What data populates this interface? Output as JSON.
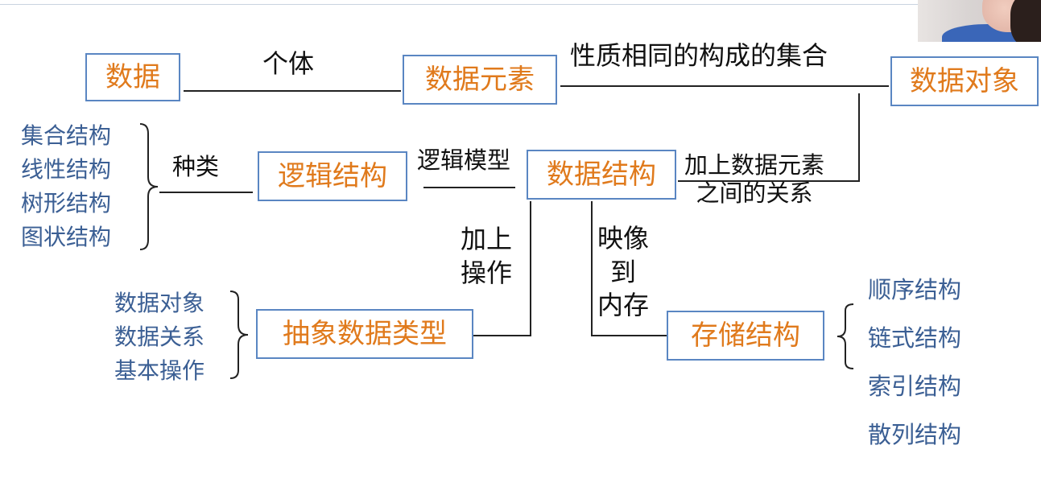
{
  "nodes": {
    "data": "数据",
    "data_element": "数据元素",
    "data_object": "数据对象",
    "logic_structure": "逻辑结构",
    "data_structure": "数据结构",
    "adt": "抽象数据类型",
    "storage_structure": "存储结构"
  },
  "edges": {
    "individual": "个体",
    "same_nature_set": "性质相同的构成的集合",
    "kinds": "种类",
    "logic_model": "逻辑模型",
    "add_relation_1": "加上数据元素",
    "add_relation_2": "之间的关系",
    "add_ops_1": "加上",
    "add_ops_2": "操作",
    "map_1": "映像",
    "map_2": "到",
    "map_3": "内存"
  },
  "logic_kinds": [
    "集合结构",
    "线性结构",
    "树形结构",
    "图状结构"
  ],
  "adt_parts": [
    "数据对象",
    "数据关系",
    "基本操作"
  ],
  "storage_kinds": [
    "顺序结构",
    "链式结构",
    "索引结构",
    "散列结构"
  ],
  "colors": {
    "box_border": "#5a86c2",
    "box_text": "#e07a1c",
    "list_text": "#3b5f94",
    "line": "#222222"
  }
}
